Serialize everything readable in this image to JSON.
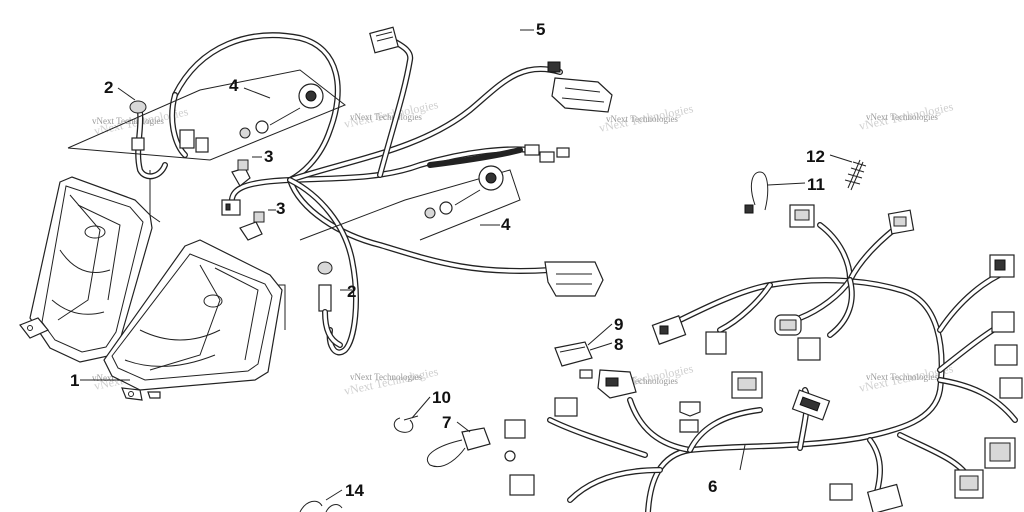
{
  "callouts": {
    "c1": "1",
    "c2a": "2",
    "c2b": "2",
    "c3a": "3",
    "c3b": "3",
    "c4a": "4",
    "c4b": "4",
    "c5": "5",
    "c6": "6",
    "c7": "7",
    "c8": "8",
    "c9": "9",
    "c10": "10",
    "c11": "11",
    "c12": "12",
    "c14": "14"
  },
  "watermark": {
    "text": "vNext Technologies"
  }
}
